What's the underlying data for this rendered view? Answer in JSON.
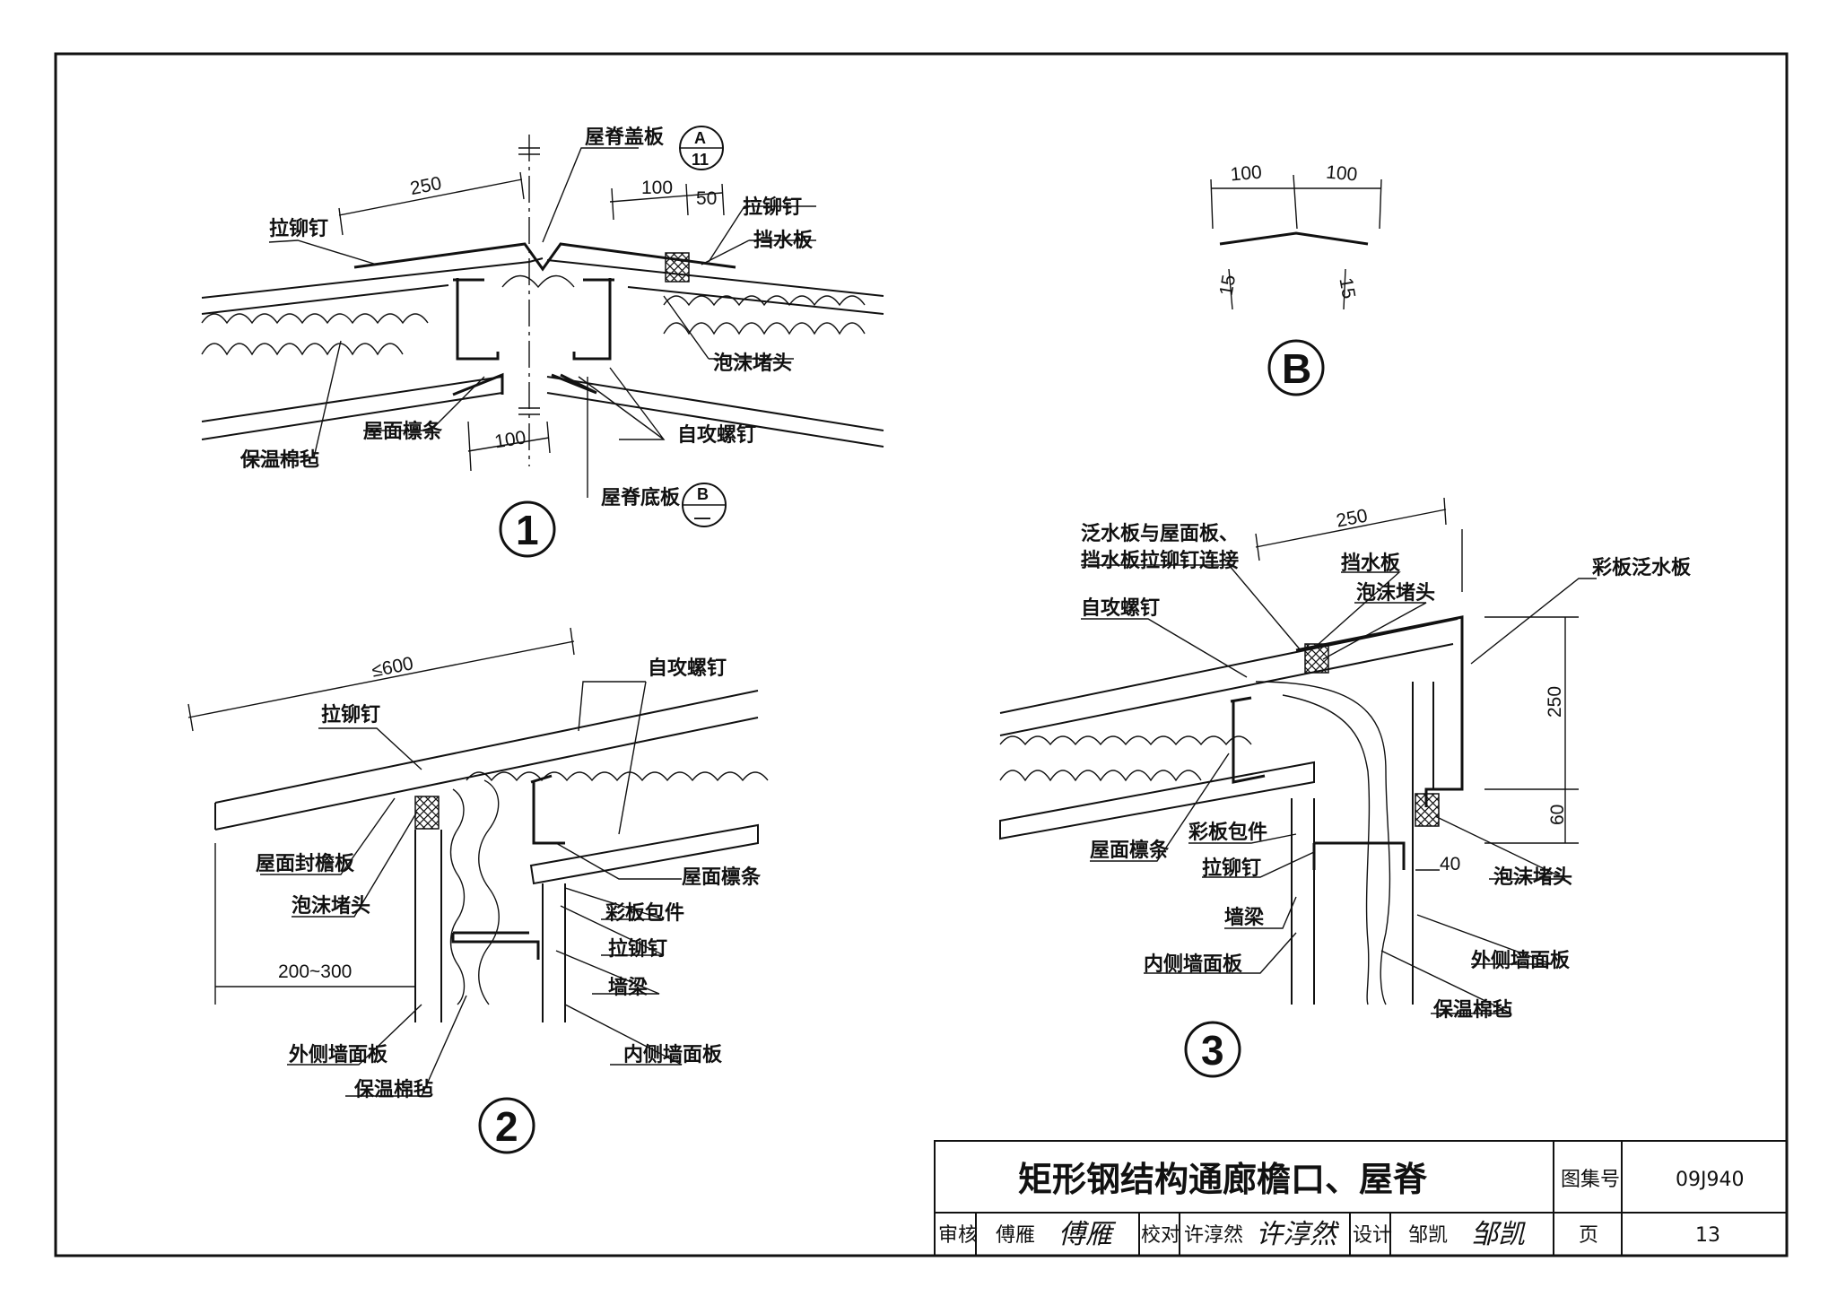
{
  "detail1": {
    "labels": {
      "ridge_cap": "屋脊盖板",
      "rivet_left": "拉铆钉",
      "rivet_right": "拉铆钉",
      "water_stop": "挡水板",
      "foam_plug": "泡沫堵头",
      "self_tap_screw": "自攻螺钉",
      "insulation": "保温棉毡",
      "purlin": "屋面檩条",
      "ridge_base": "屋脊底板"
    },
    "ref_a": {
      "letter": "A",
      "sheet": "11"
    },
    "ref_b": {
      "letter": "B",
      "sheet": "—"
    },
    "dims": {
      "d250": "250",
      "d100_top": "100",
      "d50": "50",
      "d100_bottom": "100"
    },
    "number": "1"
  },
  "detailB": {
    "dims": {
      "left": "100",
      "right": "100",
      "small_left": "15",
      "small_right": "15"
    },
    "number": "B"
  },
  "detail2": {
    "labels": {
      "rivet": "拉铆钉",
      "self_tap_screw": "自攻螺钉",
      "eave_closure": "屋面封檐板",
      "foam_plug": "泡沫堵头",
      "purlin": "屋面檩条",
      "wrap": "彩板包件",
      "rivet2": "拉铆钉",
      "wall_beam": "墙梁",
      "outer_wall": "外侧墙面板",
      "insulation": "保温棉毡",
      "inner_wall": "内侧墙面板"
    },
    "dims": {
      "d600": "≤600",
      "d200_300": "200~300"
    },
    "number": "2"
  },
  "detail3": {
    "labels": {
      "flashing_conn_1": "泛水板与屋面板、",
      "flashing_conn_2": "挡水板拉铆钉连接",
      "water_stop": "挡水板",
      "foam_plug_top": "泡沫堵头",
      "self_tap_screw": "自攻螺钉",
      "color_flashing": "彩板泛水板",
      "purlin": "屋面檩条",
      "wrap": "彩板包件",
      "rivet": "拉铆钉",
      "wall_beam": "墙梁",
      "inner_wall": "内侧墙面板",
      "foam_plug": "泡沫堵头",
      "outer_wall": "外侧墙面板",
      "insulation": "保温棉毡"
    },
    "dims": {
      "d250_top": "250",
      "d250_side": "250",
      "d60": "60",
      "d40": "40"
    },
    "number": "3"
  },
  "title_block": {
    "title": "矩形钢结构通廊檐口、屋脊",
    "atlas_label": "图集号",
    "atlas_no": "09J940",
    "review_label": "审核",
    "reviewer": "傅雁",
    "check_label": "校对",
    "checker": "许淳然",
    "design_label": "设计",
    "designer": "邹凯",
    "page_label": "页",
    "page_no": "13"
  }
}
